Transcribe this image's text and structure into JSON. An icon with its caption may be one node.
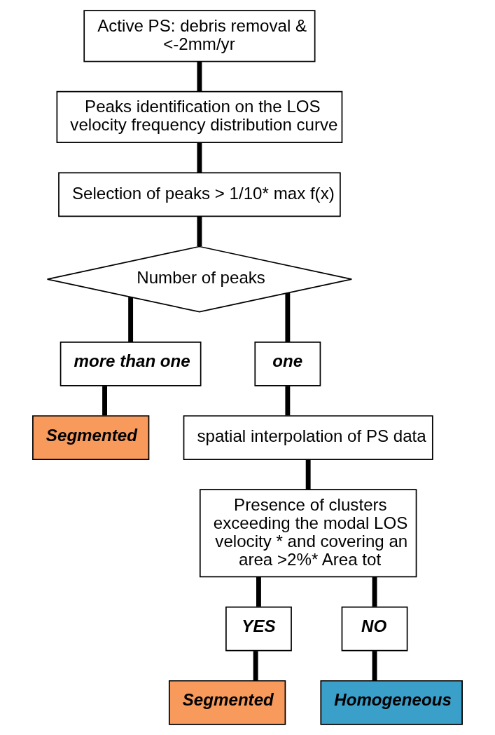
{
  "diagram": {
    "nodes": [
      {
        "text": [
          "Active PS: debris removal & <-2mm/yr"
        ]
      },
      {
        "text": [
          "Peaks identification on the LOS velocity frequency distribution curve"
        ]
      },
      {
        "text": [
          "Selection of peaks > 1/10* max f(x)"
        ]
      },
      {
        "text": [
          "Number of peaks"
        ]
      },
      {
        "text": [
          "more than one"
        ]
      },
      {
        "text": [
          "one"
        ]
      },
      {
        "text": [
          "spatial interpolation of PS data"
        ]
      },
      {
        "text": [
          "Presence of clusters exceeding the modal LOS velocity * and covering an area >2%* Area tot"
        ]
      },
      {
        "text": [
          "YES"
        ]
      },
      {
        "text": [
          "NO"
        ]
      },
      {
        "text": [
          "Segmented"
        ]
      },
      {
        "text": [
          "Segmented"
        ]
      },
      {
        "text": [
          "Homogeneous"
        ]
      }
    ],
    "edges": [
      {
        "from": 0,
        "to": 1,
        "arrow": "none"
      },
      {
        "from": 1,
        "to": 2,
        "arrow": "none"
      },
      {
        "from": 2,
        "to": 3,
        "arrow": "none"
      },
      {
        "from": 3,
        "to": 4,
        "arrow": "none"
      },
      {
        "from": 3,
        "to": 5,
        "arrow": "none"
      },
      {
        "from": 4,
        "to": 10,
        "arrow": "none"
      },
      {
        "from": 5,
        "to": 6,
        "arrow": "none"
      },
      {
        "from": 6,
        "to": 7,
        "arrow": "none"
      },
      {
        "from": 7,
        "to": 8,
        "arrow": "none"
      },
      {
        "from": 7,
        "to": 9,
        "arrow": "none"
      },
      {
        "from": 8,
        "to": 11,
        "arrow": "none"
      },
      {
        "from": 9,
        "to": 12,
        "arrow": "none"
      }
    ]
  }
}
